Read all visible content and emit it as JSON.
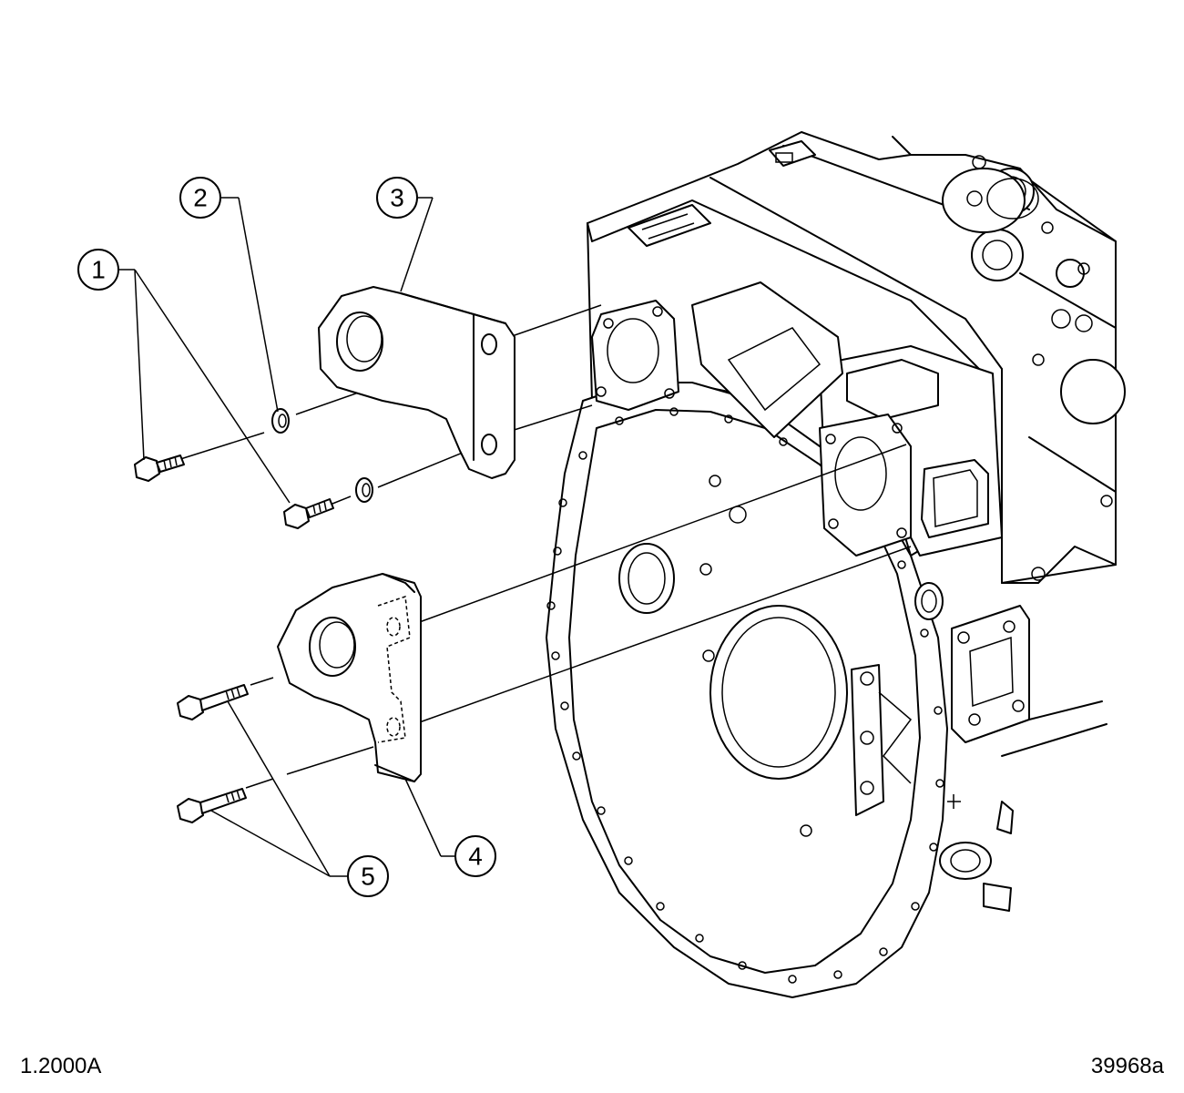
{
  "callouts": [
    {
      "label": "1"
    },
    {
      "label": "2"
    },
    {
      "label": "3"
    },
    {
      "label": "4"
    },
    {
      "label": "5"
    }
  ],
  "footer": {
    "left_code": "1.2000A",
    "right_code": "39968a"
  }
}
